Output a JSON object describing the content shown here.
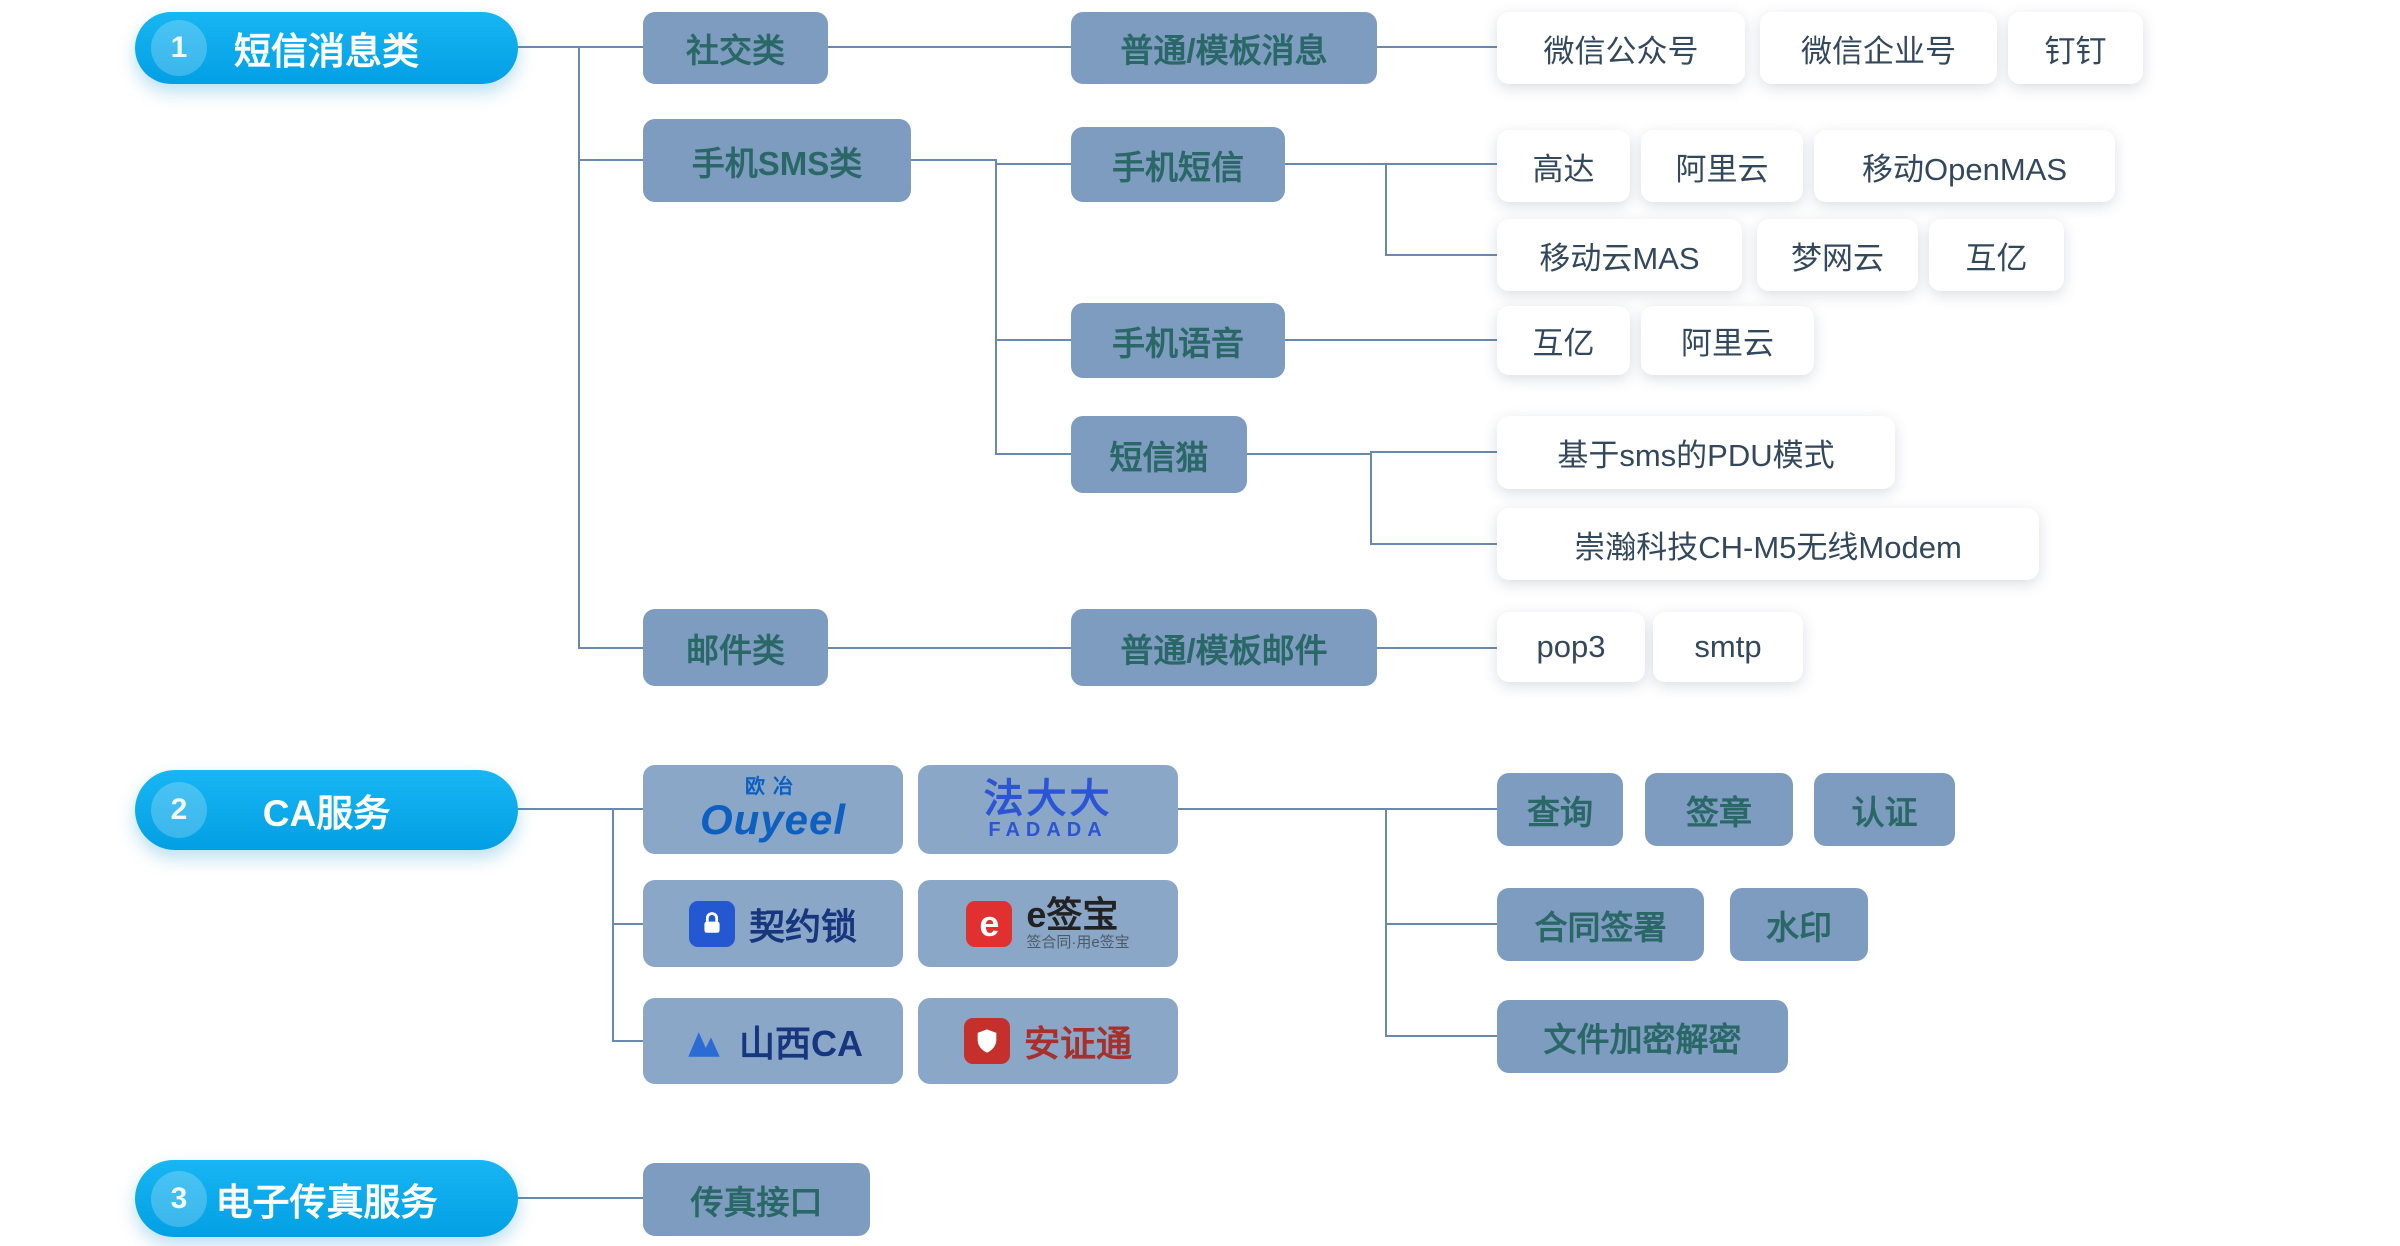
{
  "colors": {
    "brand_blue": "#0aa5e8",
    "node_bg": "#7d9cc0",
    "logo_bg": "#8aa7c8",
    "node_text_teal": "#2a6868",
    "leaf_text": "#33485c",
    "line": "#6b89ad"
  },
  "sections": {
    "sms": {
      "num": "1",
      "title": "短信消息类",
      "social": "社交类",
      "social_msg": "普通/模板消息",
      "social_leaves": [
        "微信公众号",
        "微信企业号",
        "钉钉"
      ],
      "mobile": "手机SMS类",
      "mobile_sms": "手机短信",
      "sms_row1": [
        "高达",
        "阿里云",
        "移动OpenMAS"
      ],
      "sms_row2": [
        "移动云MAS",
        "梦网云",
        "互亿"
      ],
      "voice": "手机语音",
      "voice_leaves": [
        "互亿",
        "阿里云"
      ],
      "modem": "短信猫",
      "modem_leaves": [
        "基于sms的PDU模式",
        "崇瀚科技CH-M5无线Modem"
      ],
      "mail": "邮件类",
      "mail_msg": "普通/模板邮件",
      "mail_leaves": [
        "pop3",
        "smtp"
      ]
    },
    "ca": {
      "num": "2",
      "title": "CA服务",
      "logos": {
        "ouyeel_cn": "欧冶",
        "ouyeel": "Ouyeel",
        "fadada": "法大大",
        "fadada_sub": "FADADA",
        "qiyuesuo": "契约锁",
        "esign_e": "e",
        "esign": "e签宝",
        "esign_sub": "签合同·用e签宝",
        "shanxi_ca": "山西CA",
        "anzhengtong": "安证通"
      },
      "row1": [
        "查询",
        "签章",
        "认证"
      ],
      "row2": [
        "合同签署",
        "水印"
      ],
      "row3": [
        "文件加密解密"
      ]
    },
    "fax": {
      "num": "3",
      "title": "电子传真服务",
      "interface": "传真接口"
    }
  }
}
